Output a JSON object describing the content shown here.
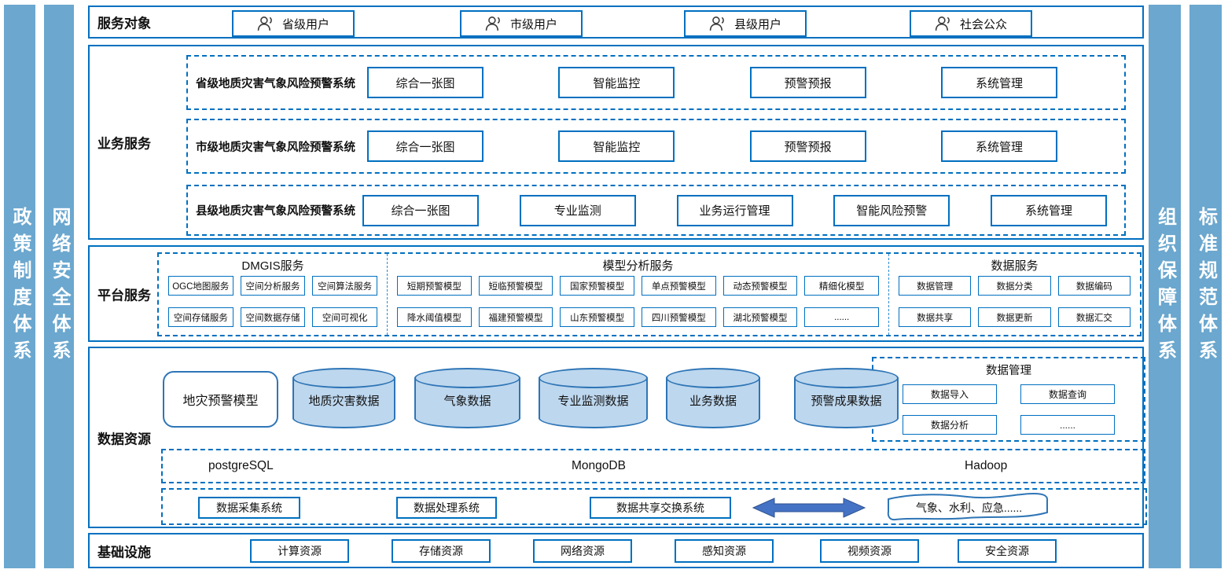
{
  "colors": {
    "pillar_fill": "#6BA7CE",
    "line_blue": "#0070C0",
    "cylinder_fill": "#BDD7EE",
    "cylinder_border": "#2E75B6",
    "arrow_fill": "#4472C4"
  },
  "pillars": {
    "left": [
      "政策制度体系",
      "网络安全体系"
    ],
    "right": [
      "组织保障体系",
      "标准规范体系"
    ]
  },
  "served": {
    "title": "服务对象",
    "users": [
      "省级用户",
      "市级用户",
      "县级用户",
      "社会公众"
    ]
  },
  "business": {
    "title": "业务服务",
    "rows": [
      {
        "name": "省级地质灾害气象风险预警系统",
        "boxes": [
          "综合一张图",
          "智能监控",
          "预警预报",
          "系统管理"
        ]
      },
      {
        "name": "市级地质灾害气象风险预警系统",
        "boxes": [
          "综合一张图",
          "智能监控",
          "预警预报",
          "系统管理"
        ]
      },
      {
        "name": "县级地质灾害气象风险预警系统",
        "boxes": [
          "综合一张图",
          "专业监测",
          "业务运行管理",
          "智能风险预警",
          "系统管理"
        ]
      }
    ]
  },
  "platform": {
    "title": "平台服务",
    "groups": [
      {
        "name": "DMGIS服务",
        "row1": [
          "OGC地图服务",
          "空间分析服务",
          "空间算法服务"
        ],
        "row2": [
          "空间存储服务",
          "空间数据存储",
          "空间可视化"
        ]
      },
      {
        "name": "模型分析服务",
        "row1": [
          "短期预警模型",
          "短临预警模型",
          "国家预警模型",
          "单点预警模型",
          "动态预警模型",
          "精细化模型"
        ],
        "row2": [
          "降水阈值模型",
          "福建预警模型",
          "山东预警模型",
          "四川预警模型",
          "湖北预警模型",
          "......"
        ]
      },
      {
        "name": "数据服务",
        "row1": [
          "数据管理",
          "数据分类",
          "数据编码"
        ],
        "row2": [
          "数据共享",
          "数据更新",
          "数据汇交"
        ]
      }
    ]
  },
  "data": {
    "title": "数据资源",
    "model_box": "地灾预警模型",
    "cylinders": [
      "地质灾害数据",
      "气象数据",
      "专业监测数据",
      "业务数据",
      "预警成果数据"
    ],
    "management": {
      "name": "数据管理",
      "items": [
        "数据导入",
        "数据查询",
        "数据分析",
        "......"
      ]
    },
    "databases": [
      "postgreSQL",
      "MongoDB",
      "Hadoop"
    ],
    "systems": [
      "数据采集系统",
      "数据处理系统",
      "数据共享交换系统"
    ],
    "external": "气象、水利、应急......"
  },
  "infra": {
    "title": "基础设施",
    "boxes": [
      "计算资源",
      "存储资源",
      "网络资源",
      "感知资源",
      "视频资源",
      "安全资源"
    ]
  }
}
